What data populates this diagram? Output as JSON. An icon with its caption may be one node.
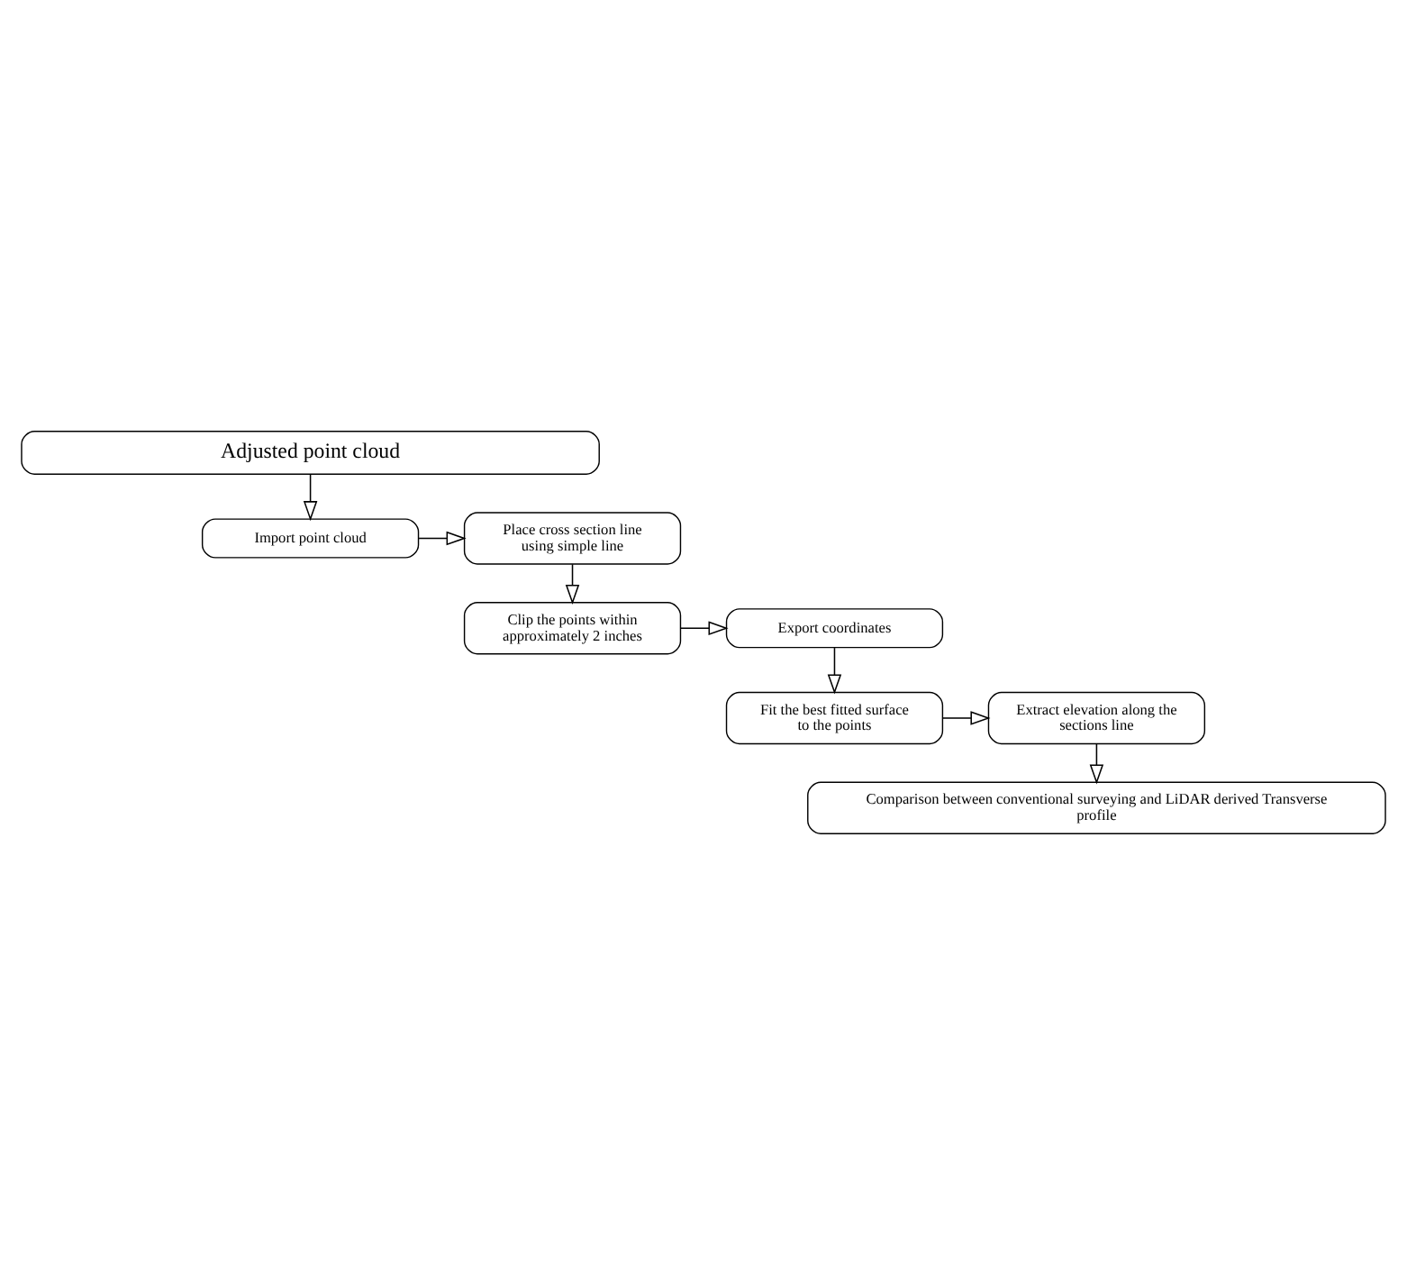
{
  "diagram": {
    "nodes": [
      {
        "text": [
          "Adjusted point cloud"
        ]
      },
      {
        "text": [
          "Import point cloud"
        ]
      },
      {
        "text": [
          "Place cross section line using simple line"
        ]
      },
      {
        "text": [
          "Clip the points within approximately 2 inches"
        ]
      },
      {
        "text": [
          "Export coordinates"
        ]
      },
      {
        "text": [
          "Fit the best fitted surface to the points"
        ]
      },
      {
        "text": [
          "Extract elevation along the sections line"
        ]
      },
      {
        "text": [
          "Comparison between conventional surveying and LiDAR derived Transverse profile"
        ]
      }
    ],
    "edges": [
      {
        "from": 0,
        "to": 1,
        "arrow": "to"
      },
      {
        "from": 1,
        "to": 2,
        "arrow": "to"
      },
      {
        "from": 2,
        "to": 3,
        "arrow": "to"
      },
      {
        "from": 3,
        "to": 4,
        "arrow": "to"
      },
      {
        "from": 4,
        "to": 5,
        "arrow": "to"
      },
      {
        "from": 5,
        "to": 6,
        "arrow": "to"
      },
      {
        "from": 6,
        "to": 7,
        "arrow": "to"
      }
    ]
  }
}
